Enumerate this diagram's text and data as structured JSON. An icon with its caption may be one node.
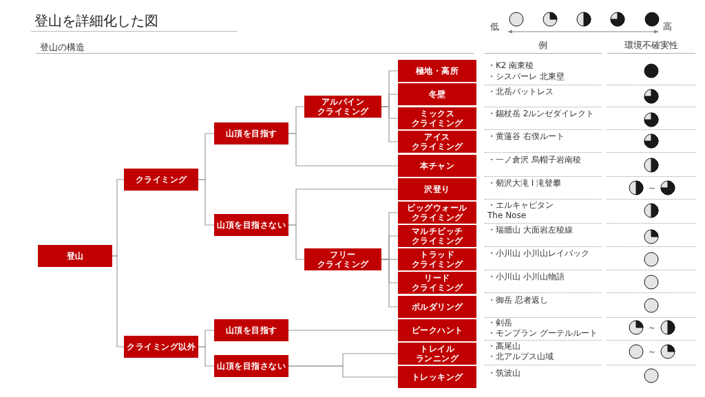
{
  "diagram": {
    "title": "登山を詳細化した図",
    "nodes": [
      {
        "text": [
          "登山"
        ]
      },
      {
        "text": [
          "クライミング"
        ]
      },
      {
        "text": [
          "クライミング以外"
        ]
      },
      {
        "text": [
          "山頂を目指す"
        ]
      },
      {
        "text": [
          "山頂を目指さない"
        ]
      },
      {
        "text": [
          "アルパインクライミング"
        ]
      },
      {
        "text": [
          "本チャン"
        ]
      },
      {
        "text": [
          "極地・高所"
        ]
      },
      {
        "text": [
          "冬壁"
        ]
      },
      {
        "text": [
          "ミックスクライミング"
        ]
      },
      {
        "text": [
          "アイスクライミング"
        ]
      },
      {
        "text": [
          "沢登り"
        ]
      },
      {
        "text": [
          "フリークライミング"
        ]
      },
      {
        "text": [
          "ビッグウォールクライミング"
        ]
      },
      {
        "text": [
          "マルチピッチクライミング"
        ]
      },
      {
        "text": [
          "トラッドクライミング"
        ]
      },
      {
        "text": [
          "リードクライミング"
        ]
      },
      {
        "text": [
          "ボルダリング"
        ]
      },
      {
        "text": [
          "山頂を目指す"
        ]
      },
      {
        "text": [
          "山頂を目指さない"
        ]
      },
      {
        "text": [
          "ピークハント"
        ]
      },
      {
        "text": [
          "トレイルランニング"
        ]
      },
      {
        "text": [
          "トレッキング"
        ]
      }
    ],
    "edges": [
      {
        "from": 0,
        "to": 1,
        "arrow": "none"
      },
      {
        "from": 0,
        "to": 2,
        "arrow": "none"
      },
      {
        "from": 1,
        "to": 3,
        "arrow": "none"
      },
      {
        "from": 1,
        "to": 4,
        "arrow": "none"
      },
      {
        "from": 3,
        "to": 5,
        "arrow": "none"
      },
      {
        "from": 3,
        "to": 6,
        "arrow": "none"
      },
      {
        "from": 5,
        "to": 7,
        "arrow": "none"
      },
      {
        "from": 5,
        "to": 8,
        "arrow": "none"
      },
      {
        "from": 5,
        "to": 9,
        "arrow": "none"
      },
      {
        "from": 5,
        "to": 10,
        "arrow": "none"
      },
      {
        "from": 4,
        "to": 11,
        "arrow": "none"
      },
      {
        "from": 4,
        "to": 12,
        "arrow": "none"
      },
      {
        "from": 12,
        "to": 13,
        "arrow": "none"
      },
      {
        "from": 12,
        "to": 14,
        "arrow": "none"
      },
      {
        "from": 12,
        "to": 15,
        "arrow": "none"
      },
      {
        "from": 12,
        "to": 16,
        "arrow": "none"
      },
      {
        "from": 12,
        "to": 17,
        "arrow": "none"
      },
      {
        "from": 2,
        "to": 18,
        "arrow": "none"
      },
      {
        "from": 2,
        "to": 19,
        "arrow": "none"
      },
      {
        "from": 18,
        "to": 20,
        "arrow": "none"
      },
      {
        "from": 19,
        "to": 21,
        "arrow": "none"
      },
      {
        "from": 19,
        "to": 22,
        "arrow": "none"
      }
    ],
    "labels": [
      "登山の構造",
      "低",
      "高",
      "例",
      "環境不確実性",
      "・K2 南東稜",
      "・シスパーレ 北東壁",
      "・北岳バットレス",
      "・錫杖岳 2ルンゼダイレクト",
      "・黄蓮谷 右俣ルート",
      "・一ノ倉沢 烏帽子岩南稜",
      "・剱沢大滝 I 滝登攀",
      "～",
      "・エルキャピタン The Nose",
      "・瑞牆山 大面岩左稜線",
      "・小川山 小川山レイバック",
      "・小川山 小川山物語",
      "・御岳 忍者返し",
      "・剣岳",
      "・モンブラン グーテルルート",
      "～",
      "・高尾山",
      "・北アルプス山域",
      "～",
      "・筑波山"
    ]
  }
}
